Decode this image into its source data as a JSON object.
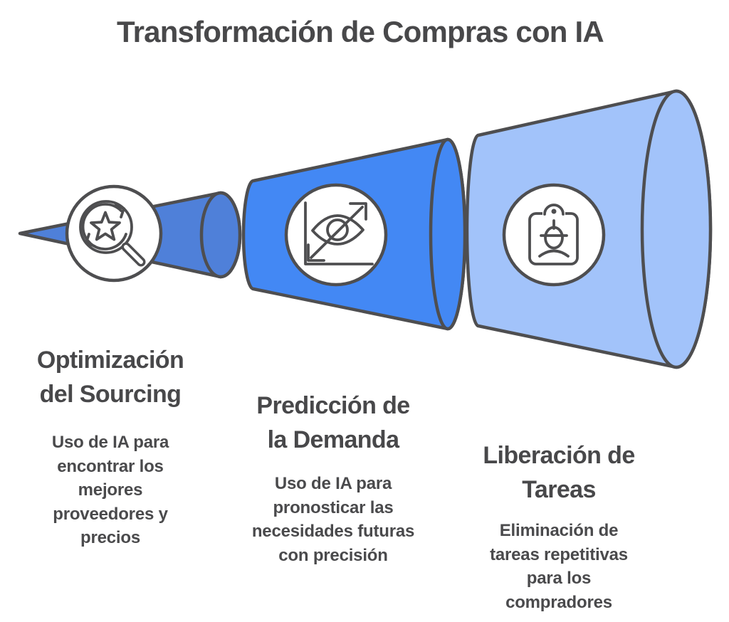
{
  "title": "Transformación de Compras con IA",
  "colors": {
    "segment1": "#4f80d9",
    "segment2": "#4388f4",
    "segment3": "#a2c3fa",
    "outline": "#4e4e50",
    "heading": "#48484a",
    "text": "#4a4a4c"
  },
  "funnel": {
    "segments": [
      {
        "name": "sourcing",
        "icon": "search-star-refresh-icon"
      },
      {
        "name": "demanda",
        "icon": "eye-trend-chart-icon"
      },
      {
        "name": "tareas",
        "icon": "id-badge-icon"
      }
    ]
  },
  "blocks": [
    {
      "heading": "Optimización\ndel Sourcing",
      "body": "Uso de IA para\nencontrar los\nmejores\nproveedores y\nprecios"
    },
    {
      "heading": "Predicción de\nla Demanda",
      "body": "Uso de IA para\npronosticar las\nnecesidades futuras\ncon precisión"
    },
    {
      "heading": "Liberación de\nTareas",
      "body": "Eliminación de\ntareas repetitivas\npara los\ncompradores"
    }
  ]
}
